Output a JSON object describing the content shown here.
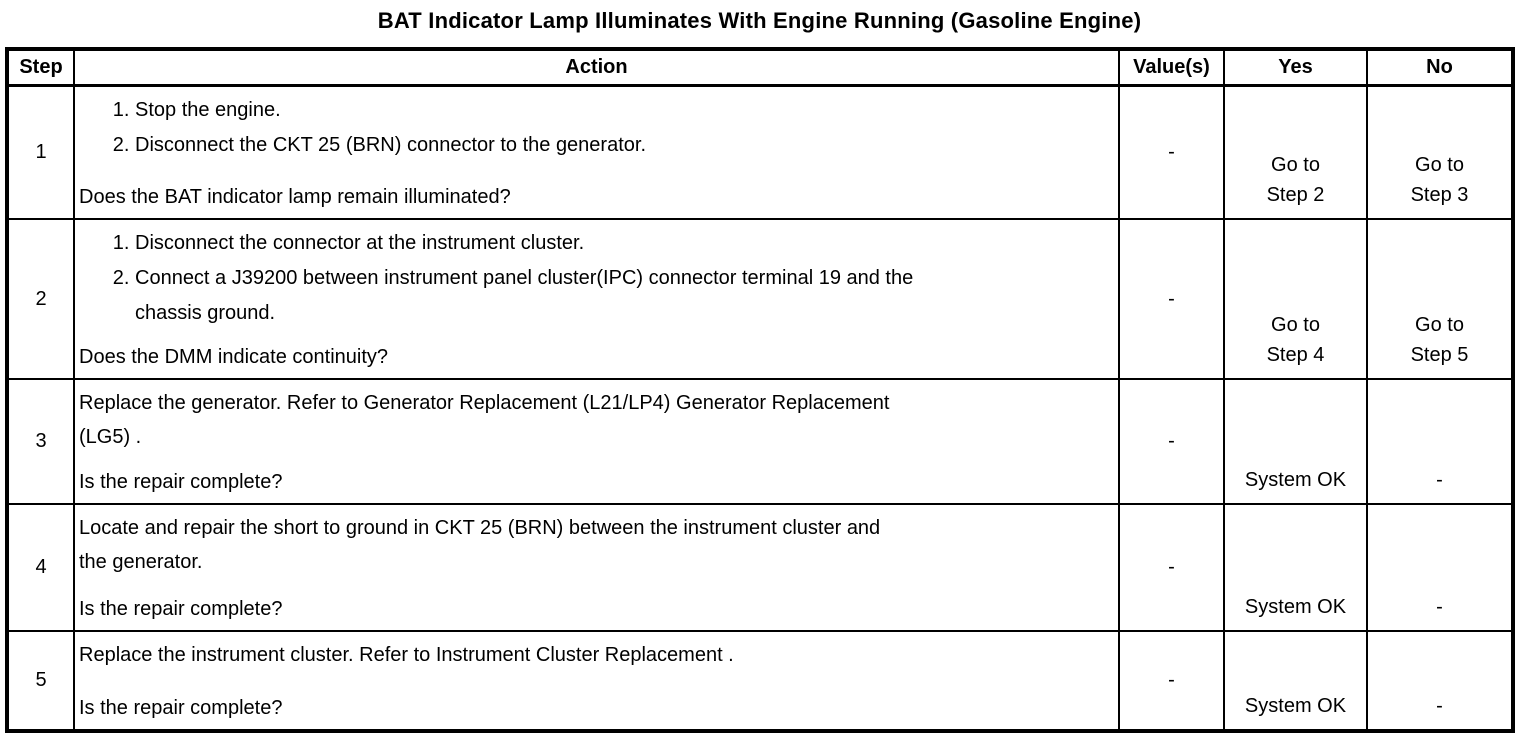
{
  "title": "BAT Indicator Lamp Illuminates With Engine Running (Gasoline Engine)",
  "table": {
    "headers": [
      "Step",
      "Action",
      "Value(s)",
      "Yes",
      "No"
    ],
    "rows": [
      {
        "step": "1",
        "items": [
          "Stop the engine.",
          "Disconnect the CKT 25 (BRN) connector to the generator."
        ],
        "question": "Does the BAT indicator lamp remain illuminated?",
        "value": "-",
        "yes": "Go to\nStep 2",
        "no": "Go to\nStep 3"
      },
      {
        "step": "2",
        "items": [
          "Disconnect the connector at the instrument cluster.",
          "Connect a J39200 between instrument panel cluster(IPC) connector terminal 19 and the\nchassis ground."
        ],
        "question": "Does the DMM indicate continuity?",
        "value": "-",
        "yes": "Go to\nStep 4",
        "no": "Go to\nStep 5"
      },
      {
        "step": "3",
        "text": "Replace the generator. Refer to Generator Replacement (L21/LP4) Generator Replacement\n(LG5) .",
        "question": "Is the repair complete?",
        "value": "-",
        "yes": "System OK",
        "no": "-"
      },
      {
        "step": "4",
        "text": "Locate and repair the short to ground in CKT 25 (BRN) between the instrument cluster and\nthe generator.",
        "question": "Is the repair complete?",
        "value": "-",
        "yes": "System OK",
        "no": "-"
      },
      {
        "step": "5",
        "text": "Replace the instrument cluster. Refer to Instrument Cluster Replacement .",
        "question": "Is the repair complete?",
        "value": "-",
        "yes": "System OK",
        "no": "-"
      }
    ]
  }
}
